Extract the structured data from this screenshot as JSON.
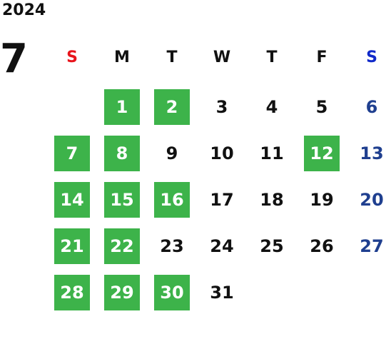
{
  "year": "2024",
  "month": "7",
  "weekdays": [
    "S",
    "M",
    "T",
    "W",
    "T",
    "F",
    "S"
  ],
  "colors": {
    "sunday_header": "#e8141b",
    "saturday_header": "#1029c9",
    "saturday_days": "#1f3f8f",
    "highlight": "#3db34a",
    "text": "#111111"
  },
  "first_weekday": 1,
  "days_in_month": 31,
  "highlighted_days": [
    1,
    2,
    7,
    8,
    12,
    14,
    15,
    16,
    21,
    22,
    28,
    29,
    30
  ]
}
